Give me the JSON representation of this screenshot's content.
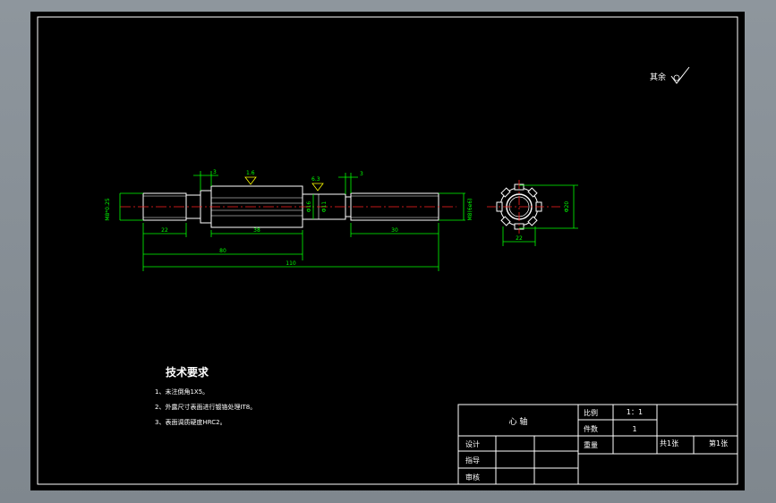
{
  "colors": {
    "background": "#000000",
    "frame": "#ffffff",
    "dimension": "#00ff00",
    "centerline": "#ff2020",
    "surface_finish": "#ffff00"
  },
  "surface_finish_general": {
    "symbol_text": "其余",
    "icon": "surface-finish-check-icon"
  },
  "main_view": {
    "dims": {
      "d_left": "M8*0.25",
      "d_right": "M8(6e6)",
      "d_mid": "Φ16",
      "d_mid2": "Φ11",
      "len_left": "22",
      "len_spline": "38",
      "len_right": "30",
      "len_to_end": "80",
      "len_total": "110",
      "groove_left": "3",
      "groove_right": "3",
      "ra_spline": "1.6",
      "ra_mid": "6.3"
    }
  },
  "section_view": {
    "dims": {
      "outer_dia": "Φ20",
      "width": "22"
    }
  },
  "tech_requirements": {
    "title": "技术要求",
    "items": [
      "1、未注倒角1X5。",
      "2、外露尺寸表面进行镀铬处理IT8。",
      "3、表面调质硬度HRC2。"
    ]
  },
  "title_block": {
    "part_name": "心  轴",
    "scale_label": "比例",
    "scale_value": "1：1",
    "qty_label": "件数",
    "qty_value": "1",
    "weight_label": "重量",
    "total_sheets": "共1张",
    "sheet_no": "第1张",
    "design_label": "设计",
    "guide_label": "指导",
    "review_label": "审核"
  }
}
